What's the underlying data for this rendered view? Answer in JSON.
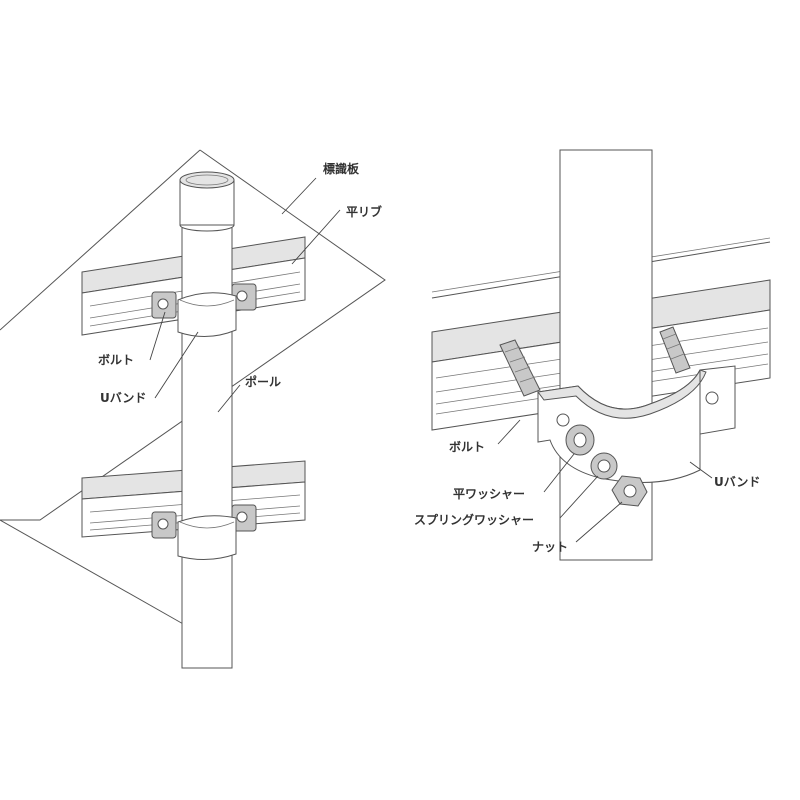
{
  "left_figure": {
    "labels": {
      "sign_board": "標識板",
      "flat_rib": "平リブ",
      "bolt": "ボルト",
      "u_band": "Uバンド",
      "pole": "ポール"
    }
  },
  "right_figure": {
    "labels": {
      "bolt": "ボルト",
      "flat_washer": "平ワッシャー",
      "spring_washer": "スプリングワッシャー",
      "nut": "ナット",
      "u_band": "Uバンド"
    }
  },
  "colors": {
    "line": "#555555",
    "text": "#333333",
    "metal_light": "#e4e4e4",
    "metal_dark": "#c8c8c8"
  }
}
